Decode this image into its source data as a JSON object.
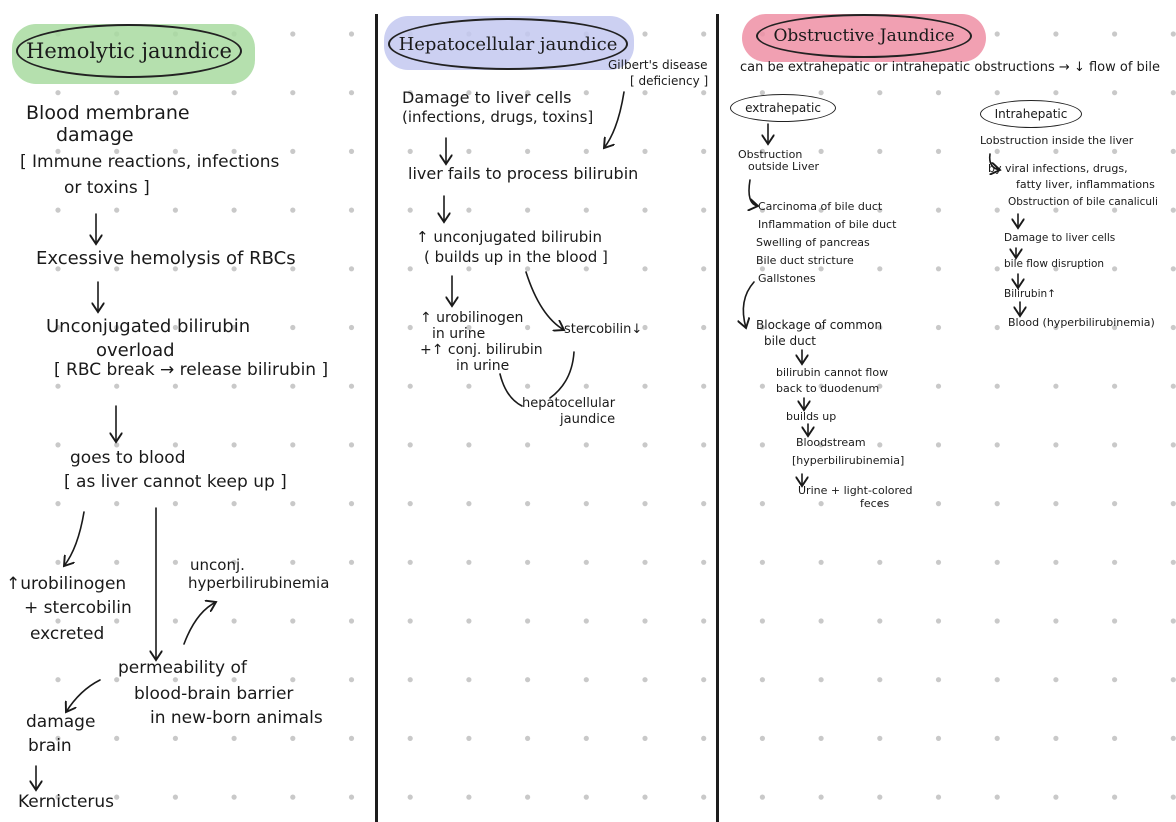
{
  "col1": {
    "title": "Hemolytic jaundice",
    "blood_membrane": "Blood membrane",
    "damage": "damage",
    "causes_line1": "[ Immune reactions, infections",
    "causes_line2": "or toxins ]",
    "excessive": "Excessive hemolysis of RBCs",
    "unconj_line1": "Unconjugated bilirubin",
    "unconj_line2": "overload",
    "rbc_break": "[ RBC break → release bilirubin ]",
    "goes_to_blood": "goes to blood",
    "liver_cannot": "[ as liver cannot keep up ]",
    "urobilinogen": "↑urobilinogen",
    "stercobilin": "+ stercobilin",
    "excreted": "excreted",
    "unconj_short": "unconj.",
    "hyperbili": "hyperbilirubinemia",
    "permeability": "permeability of",
    "bbb": "blood-brain barrier",
    "newborn": "in new-born animals",
    "damage2": "damage",
    "brain": "brain",
    "kernicterus": "Kernicterus"
  },
  "col2": {
    "title": "Hepatocellular jaundice",
    "gilbert1": "Gilbert's disease",
    "gilbert2": "[ deficiency ]",
    "damage_liver": "Damage to liver cells",
    "damage_causes": "(infections, drugs, toxins]",
    "liver_fails": "liver fails to process bilirubin",
    "unconj1": "↑ unconjugated bilirubin",
    "unconj2": "( builds up in the blood ]",
    "uro1": "↑ urobilinogen",
    "uro2": "in urine",
    "conj1": "+↑ conj. bilirubin",
    "conj2": "in urine",
    "stercobilin": "stercobilin↓",
    "hep1": "hepatocellular",
    "hep2": "jaundice"
  },
  "col3": {
    "title": "Obstructive Jaundice",
    "subtitle": "can be extrahepatic or intrahepatic obstructions → ↓ flow of bile",
    "extra_label": "extrahepatic",
    "intra_label": "Intrahepatic",
    "extra": {
      "obstruction1": "Obstruction",
      "obstruction2": "outside Liver",
      "causes": [
        "Carcinoma of bile duct",
        "Inflammation of bile duct",
        "Swelling of pancreas",
        "Bile duct stricture",
        "Gallstones"
      ],
      "blockage1": "Blockage of common",
      "blockage2": "bile duct",
      "cannot1": "bilirubin cannot flow",
      "cannot2": "back to duodenum",
      "builds": "builds up",
      "bloodstream": "Bloodstream",
      "hyper": "[hyperbilirubinemia]",
      "urine1": "Urine + light-colored",
      "urine2": "feces"
    },
    "intra": {
      "obstruction": "Lobstruction inside the liver",
      "by1": "by viral infections, drugs,",
      "by2": "fatty liver, inflammations",
      "canaliculi": "Obstruction of bile canaliculi",
      "damage": "Damage to liver cells",
      "disruption": "bile flow disruption",
      "bilirubin": "Bilirubin↑",
      "blood": "Blood (hyperbilirubinemia)"
    }
  },
  "colors": {
    "green_highlight": "#a8dba0",
    "blue_highlight": "#c3c8f0",
    "pink_highlight": "#ef8fa4",
    "ink": "#1a1a1a",
    "dot": "#c9c9c9"
  }
}
